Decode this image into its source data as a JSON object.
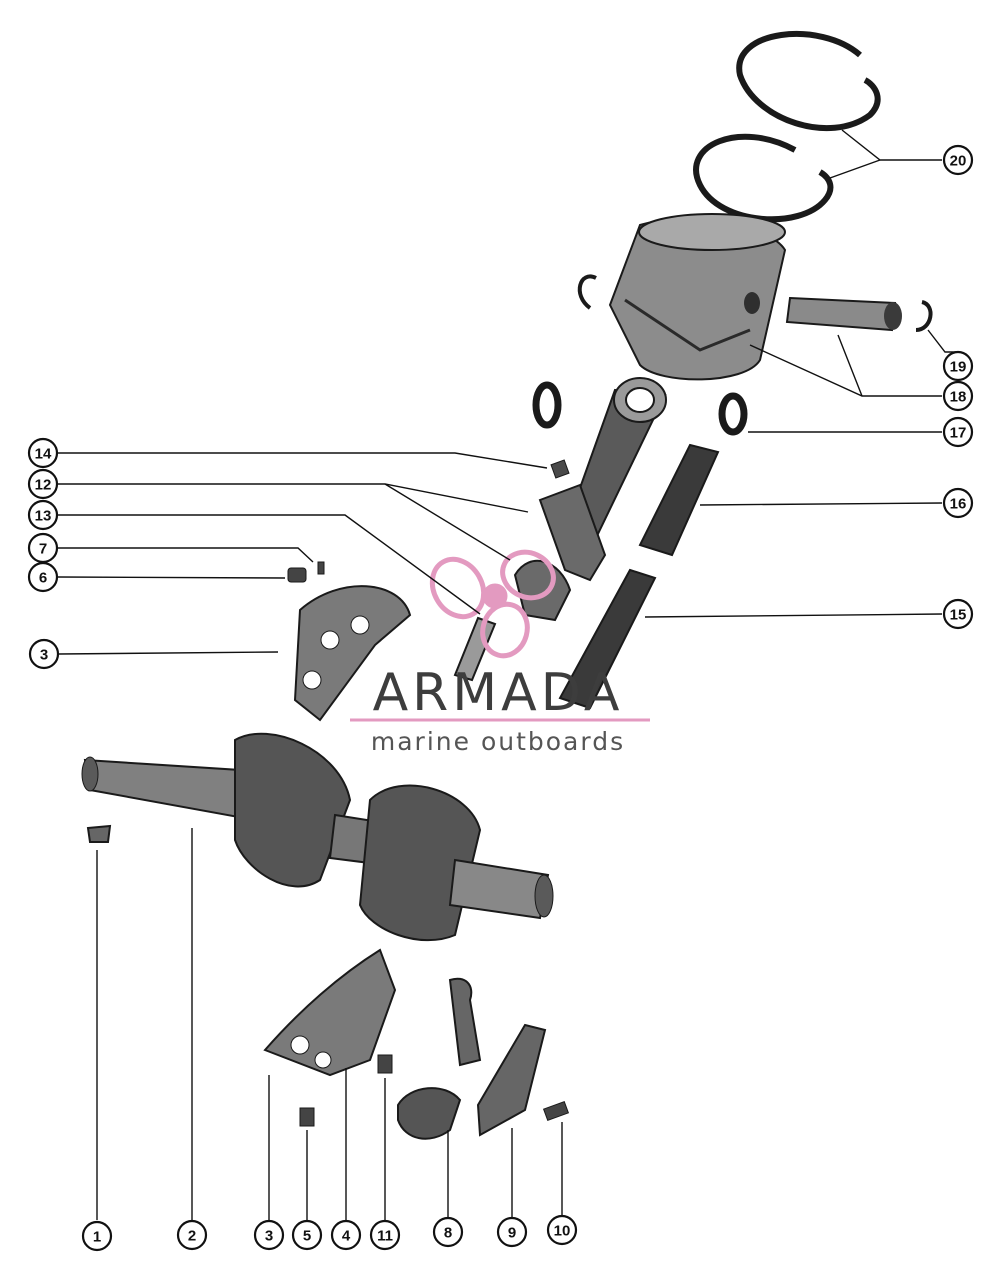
{
  "diagram": {
    "callouts": [
      {
        "id": "c1",
        "label": "1"
      },
      {
        "id": "c2",
        "label": "2"
      },
      {
        "id": "c3a",
        "label": "3"
      },
      {
        "id": "c3b",
        "label": "3"
      },
      {
        "id": "c4",
        "label": "4"
      },
      {
        "id": "c5",
        "label": "5"
      },
      {
        "id": "c6",
        "label": "6"
      },
      {
        "id": "c7",
        "label": "7"
      },
      {
        "id": "c8",
        "label": "8"
      },
      {
        "id": "c9",
        "label": "9"
      },
      {
        "id": "c10",
        "label": "10"
      },
      {
        "id": "c11",
        "label": "11"
      },
      {
        "id": "c12",
        "label": "12"
      },
      {
        "id": "c13",
        "label": "13"
      },
      {
        "id": "c14",
        "label": "14"
      },
      {
        "id": "c15",
        "label": "15"
      },
      {
        "id": "c16",
        "label": "16"
      },
      {
        "id": "c17",
        "label": "17"
      },
      {
        "id": "c18",
        "label": "18"
      },
      {
        "id": "c19",
        "label": "19"
      },
      {
        "id": "c20",
        "label": "20"
      }
    ]
  },
  "watermark": {
    "brand": "ARMADA",
    "tagline": "marine outboards",
    "accent_color": "#e39ac0"
  },
  "colors": {
    "ink": "#111111",
    "part_fill": "#6e6e6e",
    "part_dark": "#2f2f2f",
    "part_light": "#b9b9b9"
  }
}
